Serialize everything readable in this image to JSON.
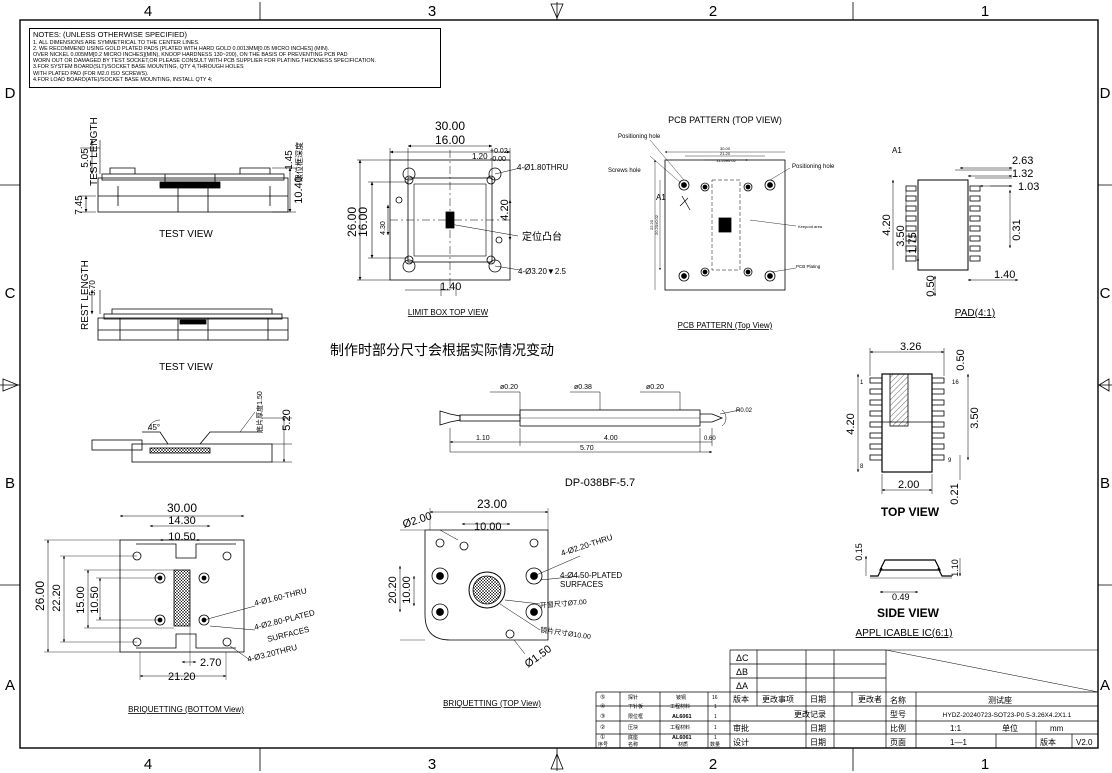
{
  "notes": {
    "title": "NOTES: (UNLESS OTHERWISE SPECIFIED)",
    "lines": [
      "1. ALL DIMENSIONS ARE SYMMETRICAL TO THE CENTER LINES.",
      "2. WE RECOMMEND USING GOLD PLATED PADS (PLATED WITH HARD GOLD 0.0013MM[0.05 MICRO INCHES] (MIN).",
      "OVER NICKEL 0.005MM[0.2 MICRO INCHES](MIN), KNOOP HARDNESS 130~200), ON THE BASIS OF PREVENTING PCB PAD",
      "WORN OUT OR DAMAGED BY TEST SOCKET,OR PLEASE CONSULT WITH PCB SUPPLIER FOR PLATING THICKNESS SPECIFICATION.",
      "3.FOR SYSTEM BOARD(SLT)/SOCKET BASE MOUNTING, QTY 4,THROUGH HOLES",
      "WITH PLATED PAD (FOR M2.0 ISO SCREWS).",
      "4.FOR LOAD BOARD(ATE)/SOCKET BASE MOUNTING, INSTALL QTY 4;"
    ]
  },
  "frame": {
    "col_labels": [
      "4",
      "3",
      "2",
      "1"
    ],
    "row_labels": [
      "D",
      "C",
      "B",
      "A"
    ]
  },
  "views": {
    "test_view_1": {
      "label": "TEST VIEW",
      "side_text": "TEST LENGTH",
      "dims": [
        "5.05",
        "7.45",
        "1.45",
        "10.40"
      ],
      "cn_note": "限位框深度"
    },
    "test_view_2": {
      "label": "TEST VIEW",
      "side_text": "REST LENGTH",
      "dims": [
        "5.70"
      ]
    },
    "limit_box": {
      "label": "LIMIT BOX   TOP VIEW",
      "dims": [
        "30.00",
        "16.00",
        "1.20",
        "+0.02",
        "-0.00",
        "4.30",
        "26.00",
        "16.00",
        "4.20",
        "1.40"
      ],
      "notes": [
        "4-Ø1.80THRU",
        "4-Ø3.20▼2.5"
      ],
      "cn_note": "定位凸台"
    },
    "pcb_pattern": {
      "title": "PCB PATTERN (TOP VIEW)",
      "label": "PCB PATTERN (Top View)",
      "labels": [
        "Positioning hole",
        "Positioning hole",
        "Screws hole",
        "Keepout area",
        "PCB Plating",
        "A1"
      ],
      "dims": [
        "30.00",
        "21.20",
        "11.20±0.02",
        "22.20",
        "20.20±0.02"
      ]
    },
    "pad": {
      "label": "PAD(4:1)",
      "dims": [
        "2.63",
        "1.32",
        "1.03",
        "4.20",
        "3.50",
        "1.75",
        "0.31",
        "0.50",
        "1.40"
      ],
      "pin_label": "A1"
    },
    "center_note": "制作时部分尺寸会根据实际情况变动",
    "socket_side": {
      "dims": [
        "45°",
        "5.20"
      ],
      "cn_note": "底片厚度1.50"
    },
    "pin": {
      "label": "DP-038BF-5.7",
      "dims": [
        "ø0.20",
        "ø0.38",
        "ø0.20",
        "R0.02",
        "1.10",
        "4.00",
        "0.60",
        "5.70"
      ]
    },
    "ic_top": {
      "label": "TOP VIEW",
      "dims": [
        "3.26",
        "0.50",
        "4.20",
        "3.50",
        "2.00",
        "0.21"
      ],
      "pins": [
        "1",
        "8",
        "9",
        "16"
      ]
    },
    "ic_side": {
      "label": "SIDE VIEW",
      "dims": [
        "0.15",
        "0.49",
        "1.10"
      ]
    },
    "ic_title": "APPL ICABLE IC(6:1)",
    "briq_bottom": {
      "label": "BRIQUETTING (BOTTOM View)",
      "dims": [
        "30.00",
        "14.30",
        "10.50",
        "26.00",
        "22.20",
        "15.00",
        "10.50",
        "2.70",
        "21.20"
      ],
      "notes": [
        "4-Ø1.60-THRU",
        "4-Ø2.80-PLATED",
        "SURFACES",
        "4-Ø3.20THRU"
      ]
    },
    "briq_top": {
      "label": "BRIQUETTING (TOP View)",
      "dims": [
        "23.00",
        "Ø2.00",
        "10.00",
        "20.20",
        "10.00",
        "Ø1.50"
      ],
      "notes": [
        "4-Ø2.20-THRU",
        "4-Ø4.50-PLATED",
        "SURFACES",
        "开窗尺寸Ø7.00",
        "镜片尺寸Ø10.00"
      ]
    }
  },
  "title_block": {
    "revisions": [
      "C",
      "B",
      "A"
    ],
    "rev_headers": [
      "版本",
      "更改事项",
      "日期",
      "更改者"
    ],
    "rev_record": "更改记录",
    "parts": [
      {
        "no": "⑤",
        "name": "探针",
        "material": "铍铜",
        "qty": "16"
      },
      {
        "no": "④",
        "name": "下针板",
        "material": "工程材料",
        "qty": "1"
      },
      {
        "no": "③",
        "name": "限位框",
        "material": "AL6061",
        "qty": "1"
      },
      {
        "no": "②",
        "name": "压块",
        "material": "工程材料",
        "qty": "1"
      },
      {
        "no": "①",
        "name": "底座",
        "material": "AL6061",
        "qty": "1"
      }
    ],
    "part_headers": [
      "序号",
      "名称",
      "材质",
      "数量"
    ],
    "approval": [
      "审批",
      "设计"
    ],
    "date_label": "日期",
    "name_label": "名称",
    "name_value": "测试座",
    "model_label": "型号",
    "model_value": "HYDZ-20240723-SOT23-P0.5-3.26X4.2X1.1",
    "scale_label": "比例",
    "scale_value": "1:1",
    "unit_label": "单位",
    "unit_value": "mm",
    "page_label": "页面",
    "page_value": "1—1",
    "version_label": "版本",
    "version_value": "V2.0"
  }
}
